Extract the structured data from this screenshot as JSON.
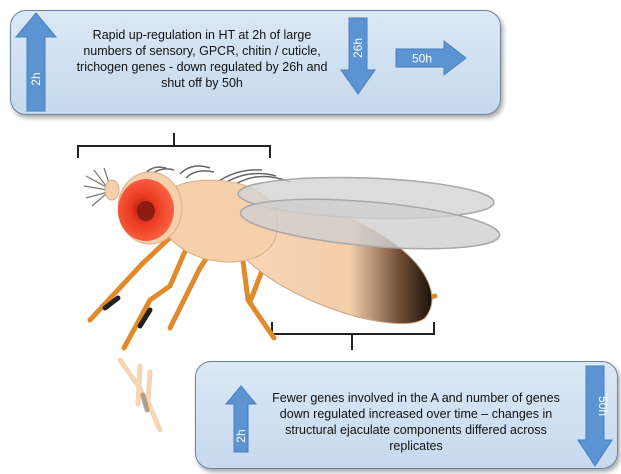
{
  "top_box": {
    "text": "Rapid up-regulation in HT at 2h of large numbers of sensory, GPCR, chitin / cuticle, trichogen genes - down regulated by 26h and shut off by 50h",
    "arrow_up_label": "2h",
    "arrow_down_label": "26h",
    "arrow_right_label": "50h"
  },
  "bottom_box": {
    "text": "Fewer genes involved in the A and number of genes down regulated  increased over time – changes in structural ejaculate components differed across replicates",
    "arrow_up_label": "2h",
    "arrow_down_label": "50h"
  },
  "colors": {
    "box_fill": "#c6d9ee",
    "box_border": "#6b84a3",
    "arrow_fill": "#5b93d3",
    "fly_body": "#f6cfab",
    "fly_eye": "#e8361f",
    "fly_leg": "#e08a2c",
    "wing": "#cfcfcf"
  }
}
